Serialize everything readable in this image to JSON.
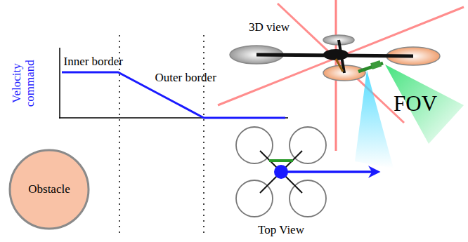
{
  "diagram": {
    "nodes": [
      {
        "text": [
          "Obstacle"
        ]
      }
    ],
    "labels": [
      "Velocity command",
      "Inner border",
      "Outer border",
      "3D view",
      "FOV",
      "Top View"
    ]
  }
}
